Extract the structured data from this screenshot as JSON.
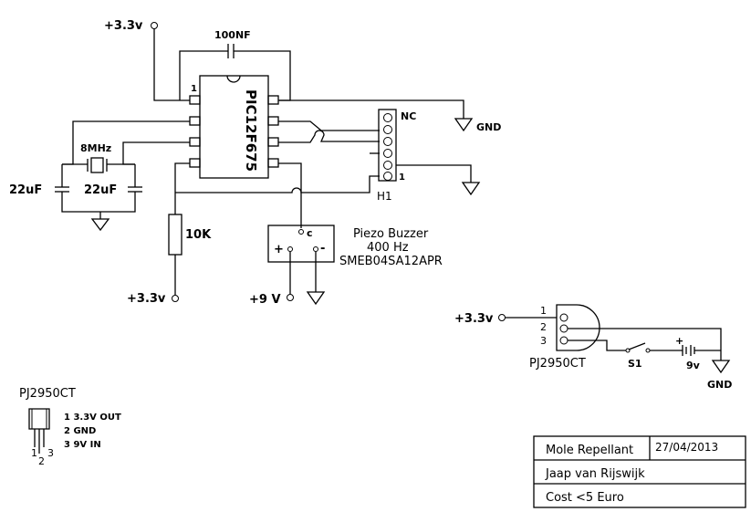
{
  "supply": {
    "v33_top": "+3.3v",
    "v33_resistor": "+3.3v",
    "v33_regulator": "+3.3v",
    "v9": "+9 V"
  },
  "components": {
    "capacitor_100nf": "100NF",
    "crystal": "8MHz",
    "cap_left": "22uF",
    "cap_right": "22uF",
    "resistor": "10K",
    "ic": "PIC12F675",
    "ic_pin1": "1",
    "header": "H1",
    "header_nc": "NC",
    "header_pin1": "1",
    "gnd_right": "GND",
    "regulator_gnd": "GND"
  },
  "buzzer": {
    "terminal_c": "c",
    "plus": "+",
    "minus": "-",
    "title": "Piezo Buzzer",
    "freq": "400 Hz",
    "part": "SMEB04SA12APR"
  },
  "regulator": {
    "pin1": "1",
    "pin2": "2",
    "pin3": "3",
    "name": "PJ2950CT",
    "switch": "S1",
    "battery_plus": "+",
    "battery": "9v"
  },
  "legend": {
    "title": "PJ2950CT",
    "pin1": "1 3.3V OUT",
    "pin2": "2 GND",
    "pin3": "3 9V IN",
    "leg1": "1",
    "leg2": "2",
    "leg3": "3"
  },
  "title_block": {
    "project": "Mole Repellant",
    "date": "27/04/2013",
    "author": "Jaap van Rijswijk",
    "cost": "Cost <5 Euro"
  }
}
